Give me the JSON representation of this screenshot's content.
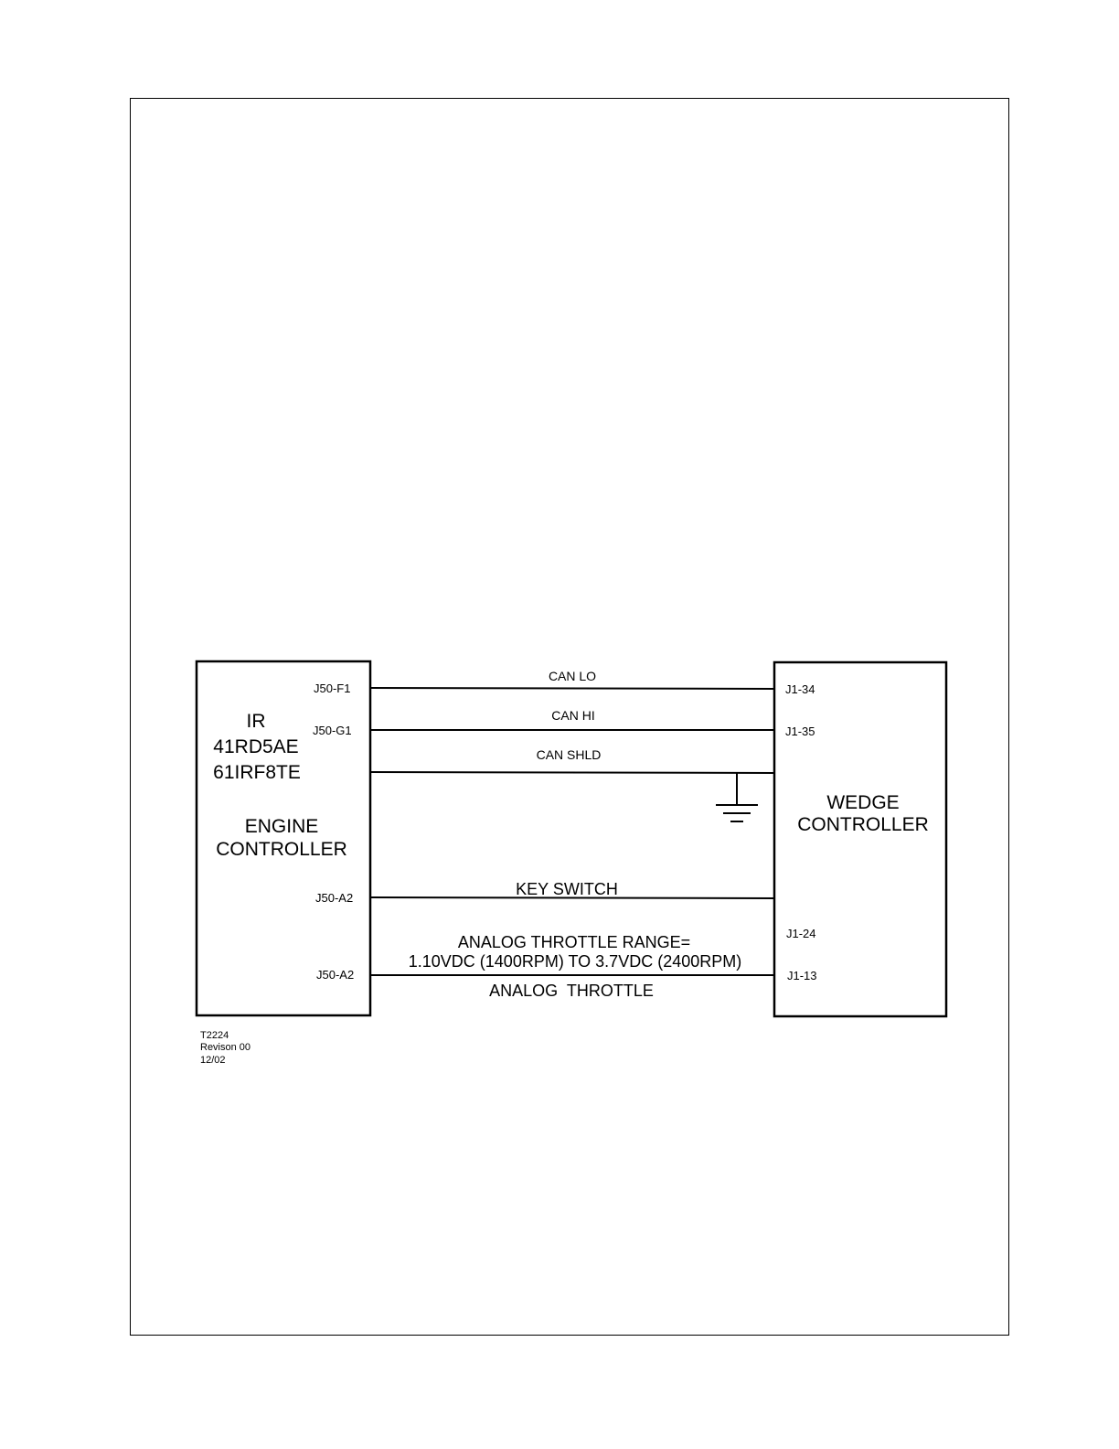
{
  "engine_controller": {
    "line1": "IR",
    "line2": "41RD5AE",
    "line3": "61IRF8TE",
    "line4": "ENGINE",
    "line5": "CONTROLLER"
  },
  "wedge_controller": {
    "line1": "WEDGE",
    "line2": "CONTROLLER"
  },
  "pins_left": {
    "p1": "J50-F1",
    "p2": "J50-G1",
    "p3": "J50-A2",
    "p4": "J50-A2"
  },
  "pins_right": {
    "p1": "J1-34",
    "p2": "J1-35",
    "p3": "J1-24",
    "p4": "J1-13"
  },
  "signals": {
    "can_lo": "CAN LO",
    "can_hi": "CAN HI",
    "can_shld": "CAN SHLD",
    "key_switch": "KEY SWITCH",
    "range_line1": "ANALOG THROTTLE RANGE=",
    "range_line2": "1.10VDC (1400RPM) TO 3.7VDC (2400RPM)",
    "analog_throttle": "ANALOG  THROTTLE"
  },
  "footer": {
    "code": "T2224",
    "revision": "Revison 00",
    "date": "12/02"
  }
}
